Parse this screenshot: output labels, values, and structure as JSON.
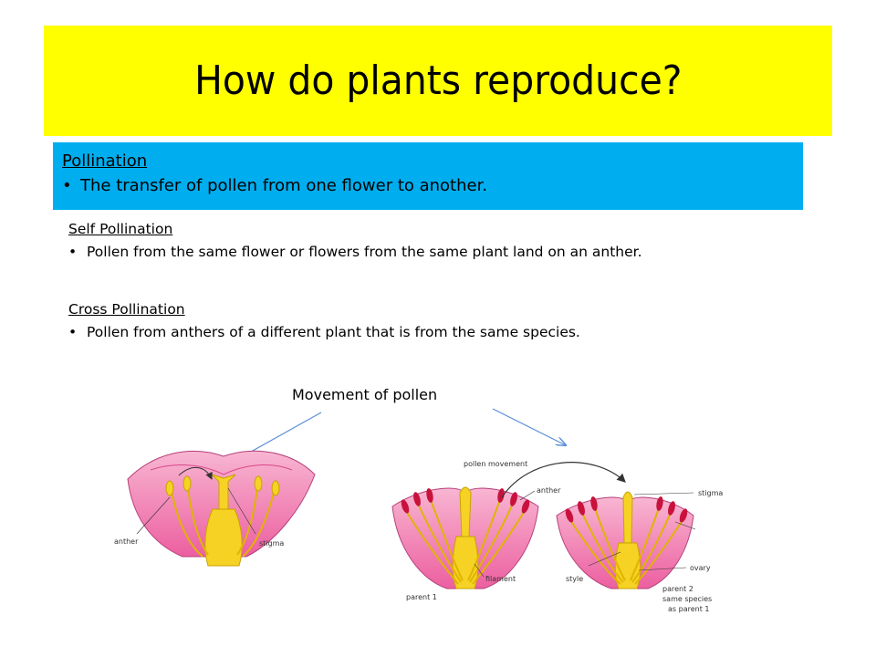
{
  "slide": {
    "title": "How do plants reproduce?",
    "pollination": {
      "heading": "Pollination",
      "bullet": "The transfer of pollen from one flower to another."
    },
    "self": {
      "heading": "Self Pollination",
      "bullet": "Pollen from the same flower or flowers from the same plant land on an anther."
    },
    "cross": {
      "heading": "Cross Pollination",
      "bullet": "Pollen from anthers of a different plant that is from the same species."
    },
    "caption": "Movement of pollen",
    "diagram_labels": {
      "self_anther": "anther",
      "self_stigma": "stigma",
      "pollen_movement": "pollen movement",
      "cross_anther": "anther",
      "stigma": "stigma",
      "filament": "filament",
      "style": "style",
      "ovary": "ovary",
      "parent1": "parent 1",
      "parent2_line1": "parent 2",
      "parent2_line2": "same species",
      "parent2_line3": "as parent 1"
    }
  },
  "colors": {
    "title_bg": "#ffff00",
    "box_bg": "#00aeef",
    "petal": "#f06faa",
    "petal_light": "#f8b6d2",
    "pistil": "#f5d224",
    "anther": "#c8123c",
    "arrow": "#5b8fd8"
  }
}
